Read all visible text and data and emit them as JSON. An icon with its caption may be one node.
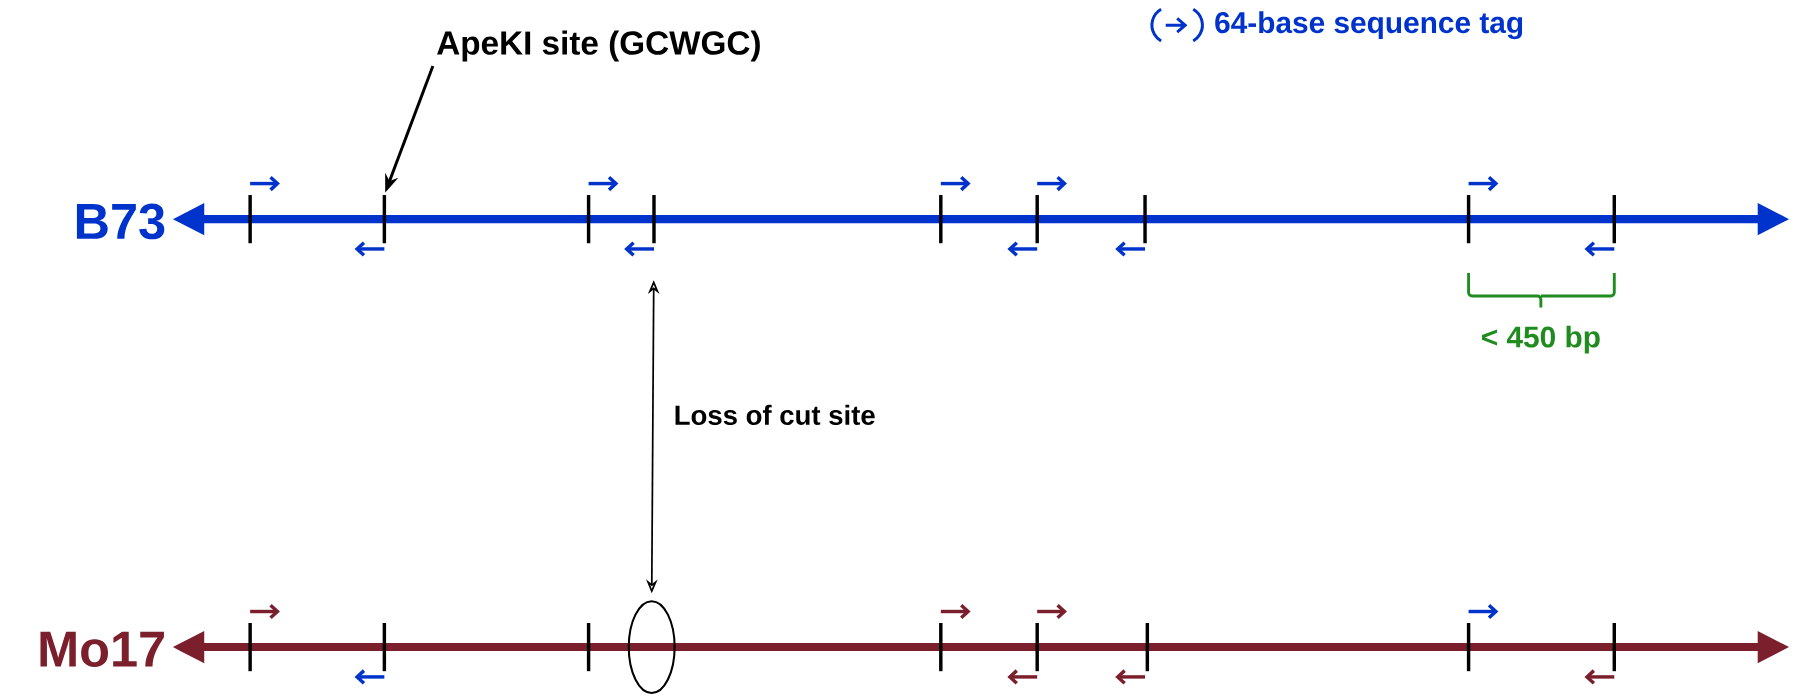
{
  "diagram": {
    "nodes": [
      {
        "text": [
          "ApeKI site (GCWGC)"
        ]
      },
      {
        "text": [],
        "shape": "bar"
      },
      {
        "text": [],
        "shape": "bar"
      },
      {
        "text": [],
        "shape": "ellipse"
      }
    ],
    "edges": [
      {
        "from": 0,
        "to": 1,
        "arrow": "to"
      },
      {
        "from": 2,
        "to": 3,
        "arrow": "both",
        "label": "Loss of cut site"
      }
    ],
    "labels": [
      "B73",
      "Mo17",
      "< 450 bp"
    ],
    "legend": [
      {
        "text": "64-base sequence tag"
      }
    ]
  }
}
